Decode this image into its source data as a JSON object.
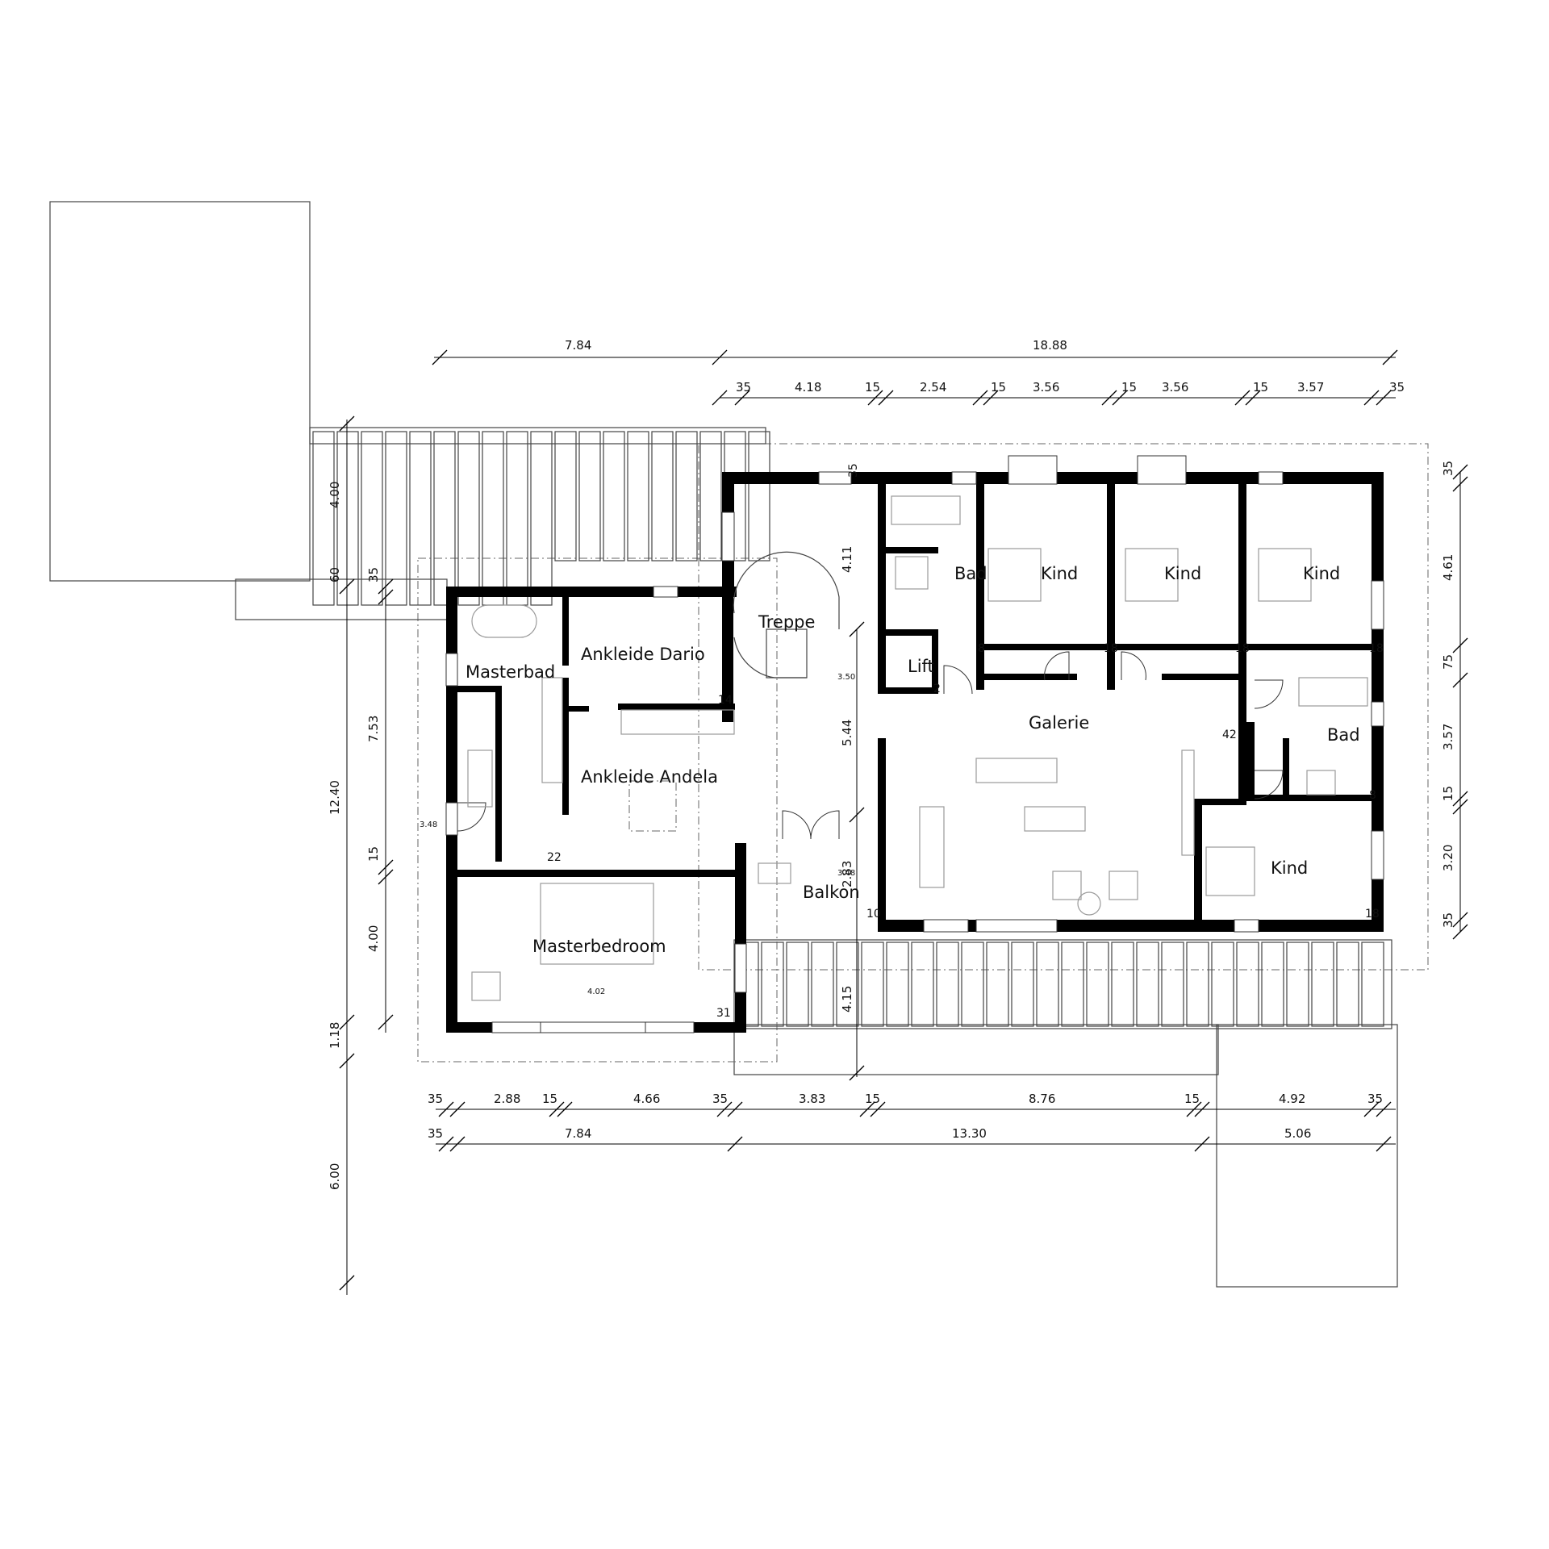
{
  "rooms": {
    "ankleide_dario": "Ankleide Dario",
    "masterbad": "Masterbad",
    "ankleide_andela": "Ankleide Andela",
    "masterbedroom": "Masterbedroom",
    "treppe": "Treppe",
    "lift": "Lift",
    "bad_top": "Bad",
    "kind_1": "Kind",
    "kind_2": "Kind",
    "kind_3": "Kind",
    "galerie": "Galerie",
    "bad_right": "Bad",
    "kind_4": "Kind",
    "balkon": "Balkon"
  },
  "dims_top_row1": [
    "7.84",
    "18.88"
  ],
  "dims_top_row2": [
    "35",
    "4.18",
    "15",
    "2.54",
    "15",
    "3.56",
    "15",
    "3.56",
    "15",
    "3.57",
    "35"
  ],
  "dims_bottom_row1": [
    "35",
    "2.88",
    "15",
    "4.66",
    "35",
    "3.83",
    "15",
    "8.76",
    "15",
    "4.92",
    "35"
  ],
  "dims_bottom_row2": [
    "35",
    "7.84",
    "13.30",
    "5.06"
  ],
  "dims_left_outer": [
    "4.00",
    "60",
    "12.40",
    "1.18",
    "6.00"
  ],
  "dims_left_inner": [
    "35",
    "7.53",
    "15",
    "4.00"
  ],
  "dims_right": [
    "35",
    "4.61",
    "75",
    "3.57",
    "15",
    "3.20",
    "35"
  ],
  "dims_inner": [
    "4.11",
    "5.44",
    "2.83",
    "4.15"
  ],
  "wall_thickness": [
    "35",
    "8",
    "2",
    "18",
    "18",
    "18",
    "14",
    "42",
    "8",
    "22",
    "31",
    "10",
    "18"
  ],
  "levels": [
    "3.50",
    "3.48",
    "3.48",
    "4.02"
  ]
}
